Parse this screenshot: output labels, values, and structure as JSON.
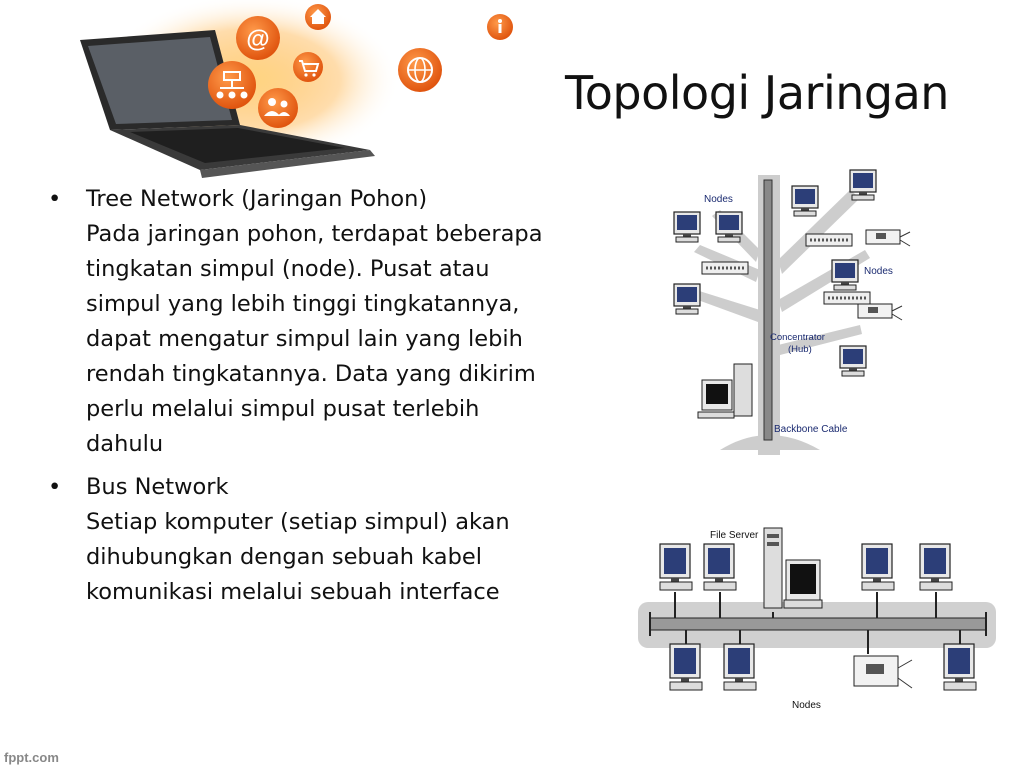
{
  "slide": {
    "title": "Topologi Jaringan",
    "items": [
      {
        "heading": "Tree Network (Jaringan Pohon)",
        "lines": [
          "Pada jaringan pohon, terdapat beberapa",
          "tingkatan simpul (node). Pusat atau",
          "simpul yang lebih tinggi tingkatannya,",
          "dapat mengatur simpul lain yang lebih",
          "rendah tingkatannya. Data yang dikirim",
          "perlu melalui simpul pusat terlebih",
          "dahulu"
        ]
      },
      {
        "heading": "Bus Network",
        "lines": [
          "Setiap komputer (setiap simpul) akan",
          "dihubungkan dengan sebuah kabel",
          "komunikasi melalui sebuah interface"
        ]
      }
    ]
  },
  "tree_diagram": {
    "nodes_label_1": "Nodes",
    "nodes_label_2": "Nodes",
    "hub_label_1": "Concentrator",
    "hub_label_2": "(Hub)",
    "backbone_label": "Backbone Cable"
  },
  "bus_diagram": {
    "server_label": "File Server",
    "nodes_label": "Nodes"
  },
  "footer": "fppt.com",
  "colors": {
    "icon_orange": "#f26a1b",
    "tree_gray": "#c9c9c9",
    "screen_blue": "#2c3e78"
  }
}
